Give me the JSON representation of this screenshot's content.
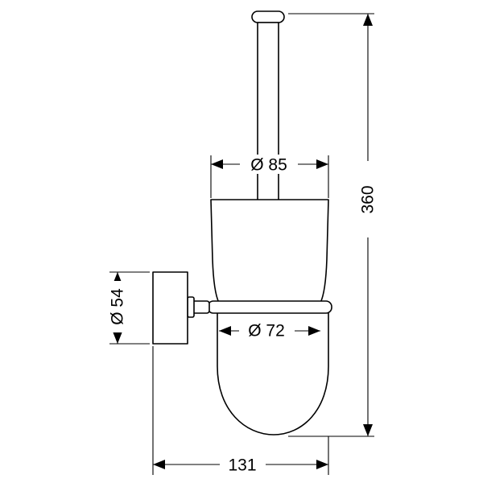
{
  "dimensions": {
    "height": "360",
    "cup_diameter": "Ø 85",
    "holder_diameter": "Ø 72",
    "mount_diameter": "Ø 54",
    "projection": "131"
  },
  "colors": {
    "line": "#000000",
    "background": "#ffffff"
  }
}
